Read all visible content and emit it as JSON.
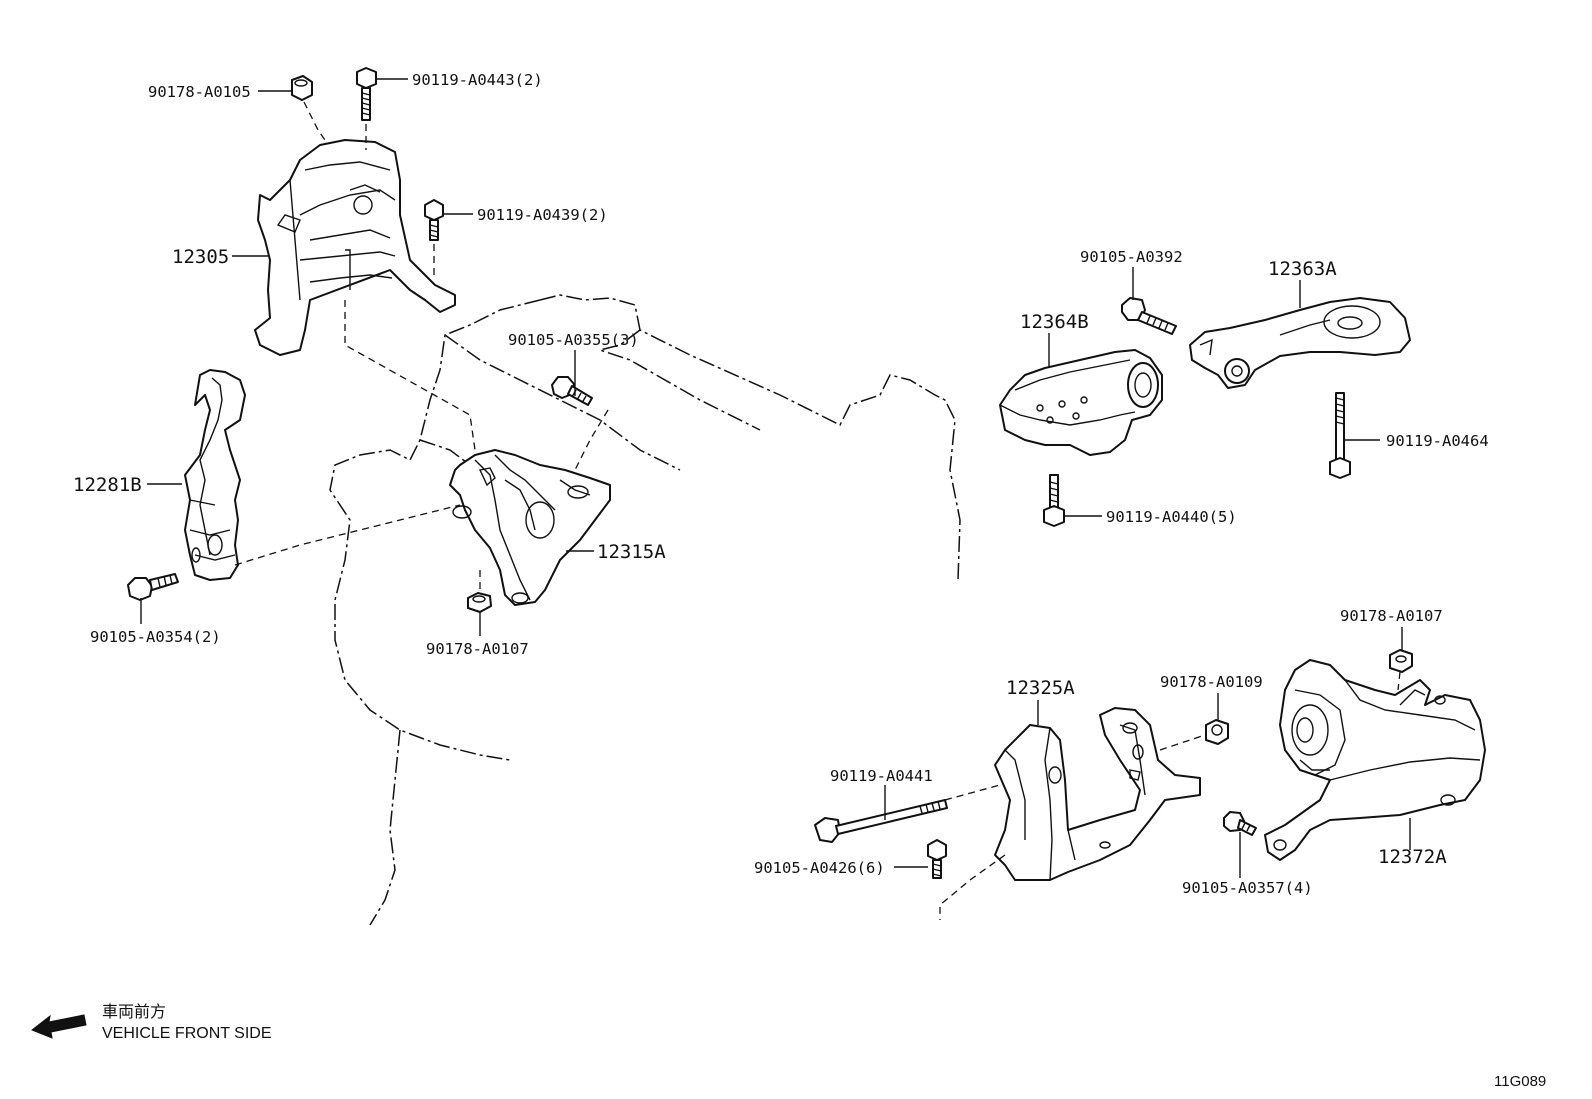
{
  "diagram_id": "11G089",
  "direction": {
    "label_jp": "車両前方",
    "label_en": "VEHICLE FRONT SIDE"
  },
  "parts": {
    "p12305": "12305",
    "p12281B": "12281B",
    "p12315A": "12315A",
    "p12364B": "12364B",
    "p12363A": "12363A",
    "p12325A": "12325A",
    "p12372A": "12372A"
  },
  "fasteners": {
    "f90178_A0105": "90178-A0105",
    "f90119_A0443": "90119-A0443(2)",
    "f90119_A0439": "90119-A0439(2)",
    "f90105_A0355": "90105-A0355(3)",
    "f90105_A0354": "90105-A0354(2)",
    "f90178_A0107_left": "90178-A0107",
    "f90105_A0392": "90105-A0392",
    "f90119_A0464": "90119-A0464",
    "f90119_A0440": "90119-A0440(5)",
    "f90178_A0107_right": "90178-A0107",
    "f90178_A0109": "90178-A0109",
    "f90119_A0441": "90119-A0441",
    "f90105_A0426": "90105-A0426(6)",
    "f90105_A0357": "90105-A0357(4)"
  }
}
